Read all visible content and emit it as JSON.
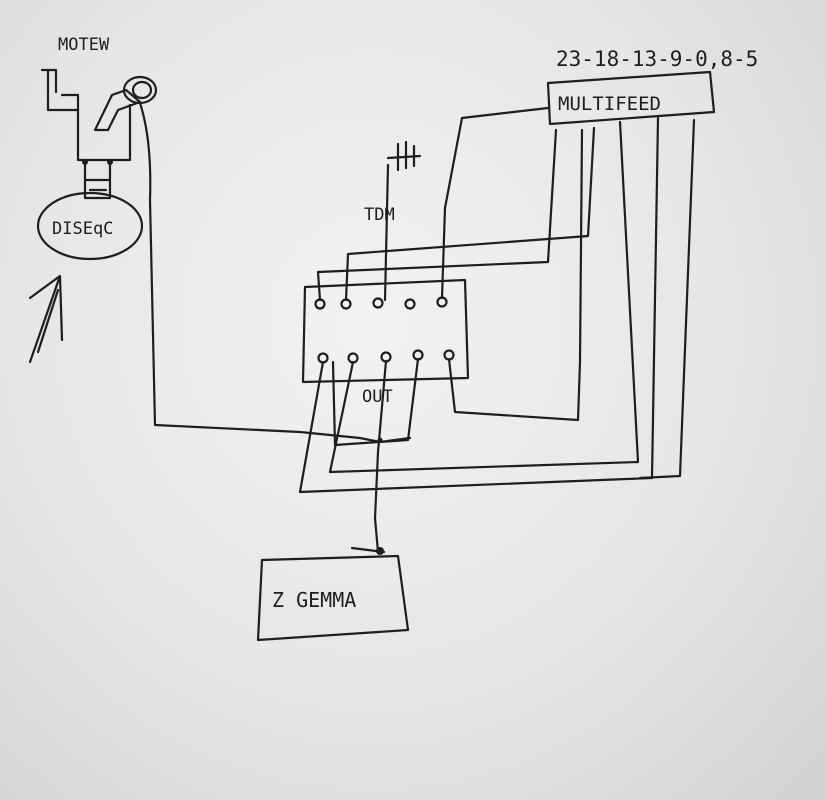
{
  "labels": {
    "motor": "MOTEW",
    "diseqc": "DISEqC",
    "positions": "23-18-13-9-0,8-5",
    "multifeed": "MULTIFEED",
    "tdm": "TDM",
    "out": "OUT",
    "receiver": "Z GEMMA"
  },
  "colors": {
    "ink": "#1e1e1e",
    "paper": "#eeeeee"
  }
}
